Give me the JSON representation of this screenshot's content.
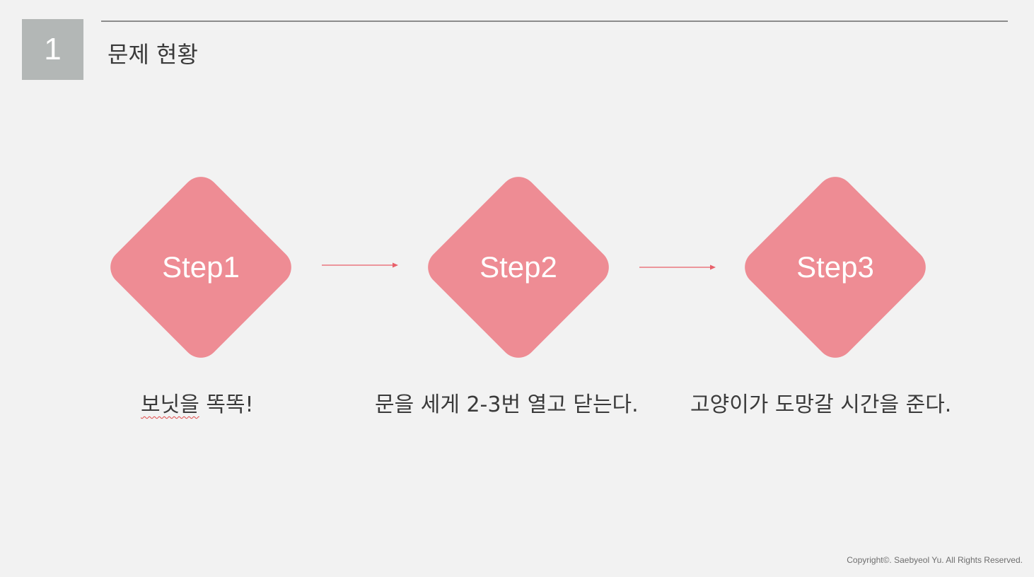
{
  "header": {
    "section_number": "1",
    "title": "문제 현황"
  },
  "steps": [
    {
      "label": "Step1"
    },
    {
      "label": "Step2"
    },
    {
      "label": "Step3"
    }
  ],
  "captions": {
    "step1_misspelled": "보닛을",
    "step1_rest": " 똑똑!",
    "step2": "문을 세게 2-3번 열고 닫는다.",
    "step3": "고양이가 도망갈 시간을 준다."
  },
  "footer": {
    "copyright": "Copyright©. Saebyeol Yu. All Rights Reserved."
  },
  "colors": {
    "accent": "#ee8c94",
    "arrow": "#e8606a",
    "section_box": "#b3b7b6",
    "background": "#f2f2f2"
  }
}
